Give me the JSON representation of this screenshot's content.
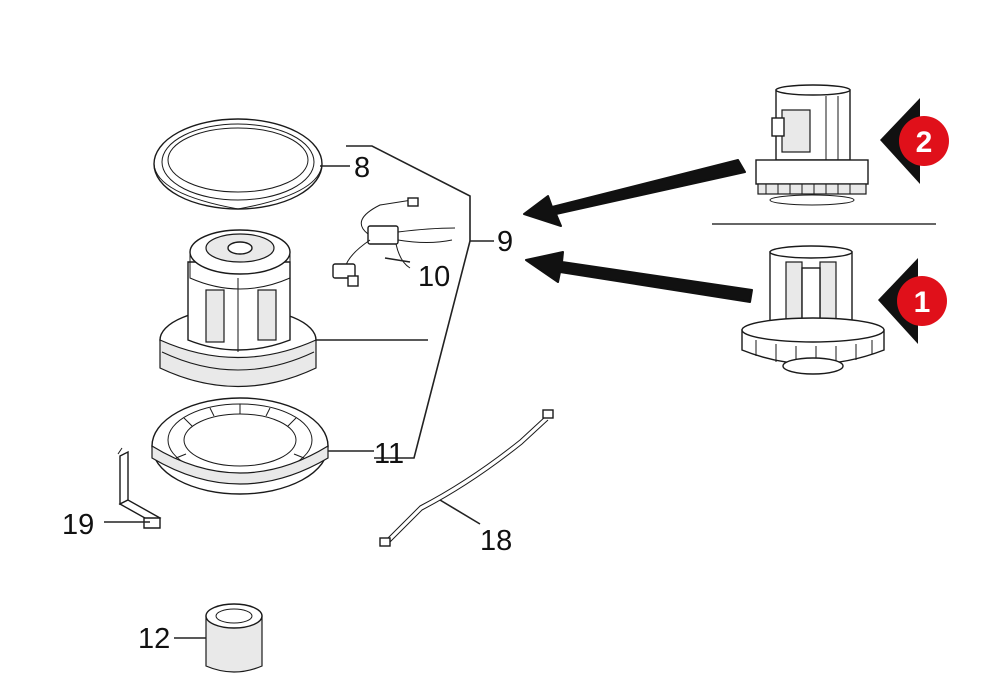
{
  "labels": {
    "p8": "8",
    "p9": "9",
    "p10": "10",
    "p11": "11",
    "p12": "12",
    "p18": "18",
    "p19": "19"
  },
  "variants": [
    {
      "badge": "2",
      "color": "#e0101a"
    },
    {
      "badge": "1",
      "color": "#e0101a"
    }
  ],
  "icons": {
    "arrow": "thick-black-arrow",
    "badge_pointer": "black-triangle-pointer"
  }
}
